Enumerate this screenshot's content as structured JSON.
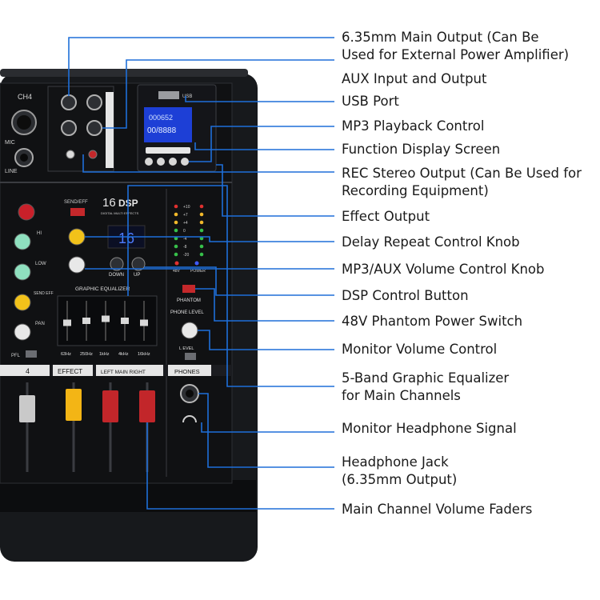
{
  "colors": {
    "leader": "#1e6fd9",
    "chassis": "#17191c",
    "panel": "#0f1012",
    "display": "#1d3fd6",
    "fader_yellow": "#f3b515",
    "fader_red": "#c2262a",
    "text": "#1a1a1a"
  },
  "callouts": [
    {
      "text": [
        "6.35mm Main Output (Can Be",
        "Used for External Power Amplifier)"
      ]
    },
    {
      "text": [
        "AUX Input and Output"
      ]
    },
    {
      "text": [
        "USB Port"
      ]
    },
    {
      "text": [
        "MP3 Playback Control"
      ]
    },
    {
      "text": [
        "Function Display Screen"
      ]
    },
    {
      "text": [
        "REC Stereo Output (Can Be Used for",
        "Recording Equipment)"
      ]
    },
    {
      "text": [
        "Effect Output"
      ]
    },
    {
      "text": [
        "Delay Repeat Control Knob"
      ]
    },
    {
      "text": [
        "MP3/AUX Volume Control Knob"
      ]
    },
    {
      "text": [
        "DSP Control Button"
      ]
    },
    {
      "text": [
        "48V Phantom Power Switch"
      ]
    },
    {
      "text": [
        "Monitor Volume Control"
      ]
    },
    {
      "text": [
        "5-Band Graphic Equalizer",
        "for Main Channels"
      ]
    },
    {
      "text": [
        "Monitor Headphone Signal"
      ]
    },
    {
      "text": [
        "Headphone Jack",
        "(6.35mm Output)"
      ]
    },
    {
      "text": [
        "Main Channel Volume Faders"
      ]
    }
  ],
  "mixer": {
    "channel_label": "CH4",
    "mic_label": "MIC",
    "line_label": "LINE",
    "usb_label": "USB",
    "lcd_line1": "000652",
    "lcd_line2": "00/8888",
    "dsp_brand_big": "16",
    "dsp_brand_small": "DSP",
    "dsp_brand_sub": "DIGITAL MULTI EFFECTS",
    "send_eff_label": "SEND/EFF",
    "dsp_display_value": "16",
    "down_label": "DOWN",
    "up_label": "UP",
    "graphic_eq_title": "GRAPHIC EQUALIZER",
    "eq_bands": [
      "63Hz",
      "250Hz",
      "1kHz",
      "4kHz",
      "16kHz"
    ],
    "eq_levels": [
      0.45,
      0.5,
      0.55,
      0.5,
      0.45
    ],
    "hi_label": "HI",
    "low_label": "LOW",
    "send_eff_knob_label": "SEND EFF",
    "pan_label": "PAN",
    "pfl_label": "PFL",
    "phantom_label": "PHANTOM",
    "phone_level_label": "PHONE LEVEL",
    "level_label": "L  EVEL",
    "power_label": "POWER",
    "v48_label": "48V",
    "meter_labels": [
      "+10",
      "+7",
      "+4",
      "0",
      "-4",
      "-8",
      "-20"
    ],
    "strip_channel_4": "4",
    "strip_effect": "EFFECT",
    "strip_main": "LEFT  MAIN  RIGHT",
    "strip_phones": "PHONES"
  }
}
